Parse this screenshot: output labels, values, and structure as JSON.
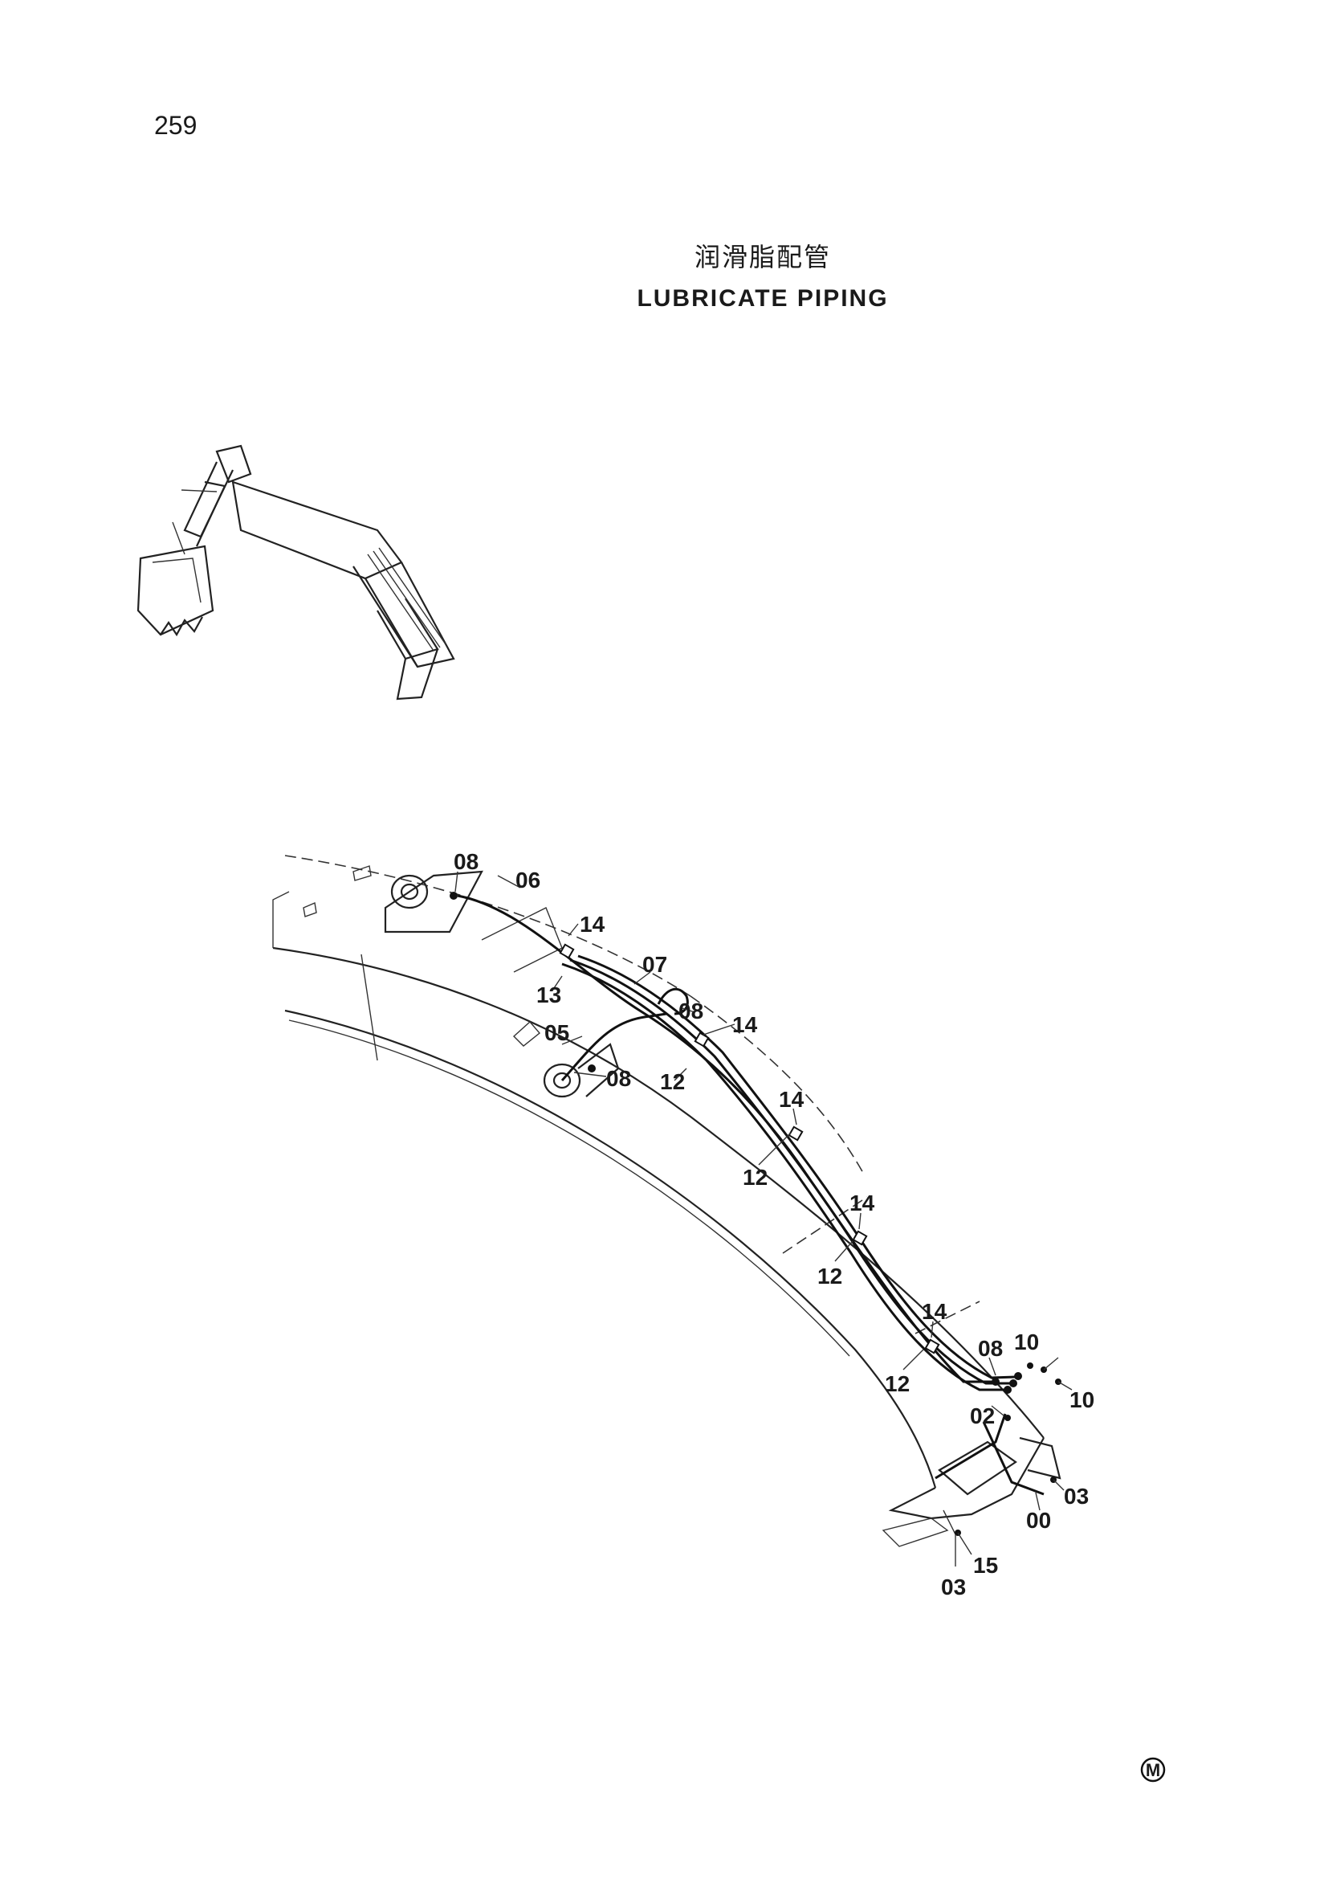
{
  "page": {
    "number": "259"
  },
  "title": {
    "chinese": "润滑脂配管",
    "english": "LUBRICATE PIPING"
  },
  "callouts": [
    {
      "id": "c1",
      "label": "08"
    },
    {
      "id": "c2",
      "label": "06"
    },
    {
      "id": "c3",
      "label": "14"
    },
    {
      "id": "c4",
      "label": "07"
    },
    {
      "id": "c5",
      "label": "13"
    },
    {
      "id": "c6",
      "label": "08"
    },
    {
      "id": "c7",
      "label": "14"
    },
    {
      "id": "c8",
      "label": "05"
    },
    {
      "id": "c9",
      "label": "08"
    },
    {
      "id": "c10",
      "label": "12"
    },
    {
      "id": "c11",
      "label": "14"
    },
    {
      "id": "c12",
      "label": "12"
    },
    {
      "id": "c13",
      "label": "14"
    },
    {
      "id": "c14",
      "label": "12"
    },
    {
      "id": "c15",
      "label": "14"
    },
    {
      "id": "c16",
      "label": "08"
    },
    {
      "id": "c17",
      "label": "10"
    },
    {
      "id": "c18",
      "label": "12"
    },
    {
      "id": "c19",
      "label": "10"
    },
    {
      "id": "c20",
      "label": "02"
    },
    {
      "id": "c21",
      "label": "03"
    },
    {
      "id": "c22",
      "label": "00"
    },
    {
      "id": "c23",
      "label": "15"
    },
    {
      "id": "c24",
      "label": "03"
    }
  ],
  "mark": {
    "symbol": "M"
  }
}
